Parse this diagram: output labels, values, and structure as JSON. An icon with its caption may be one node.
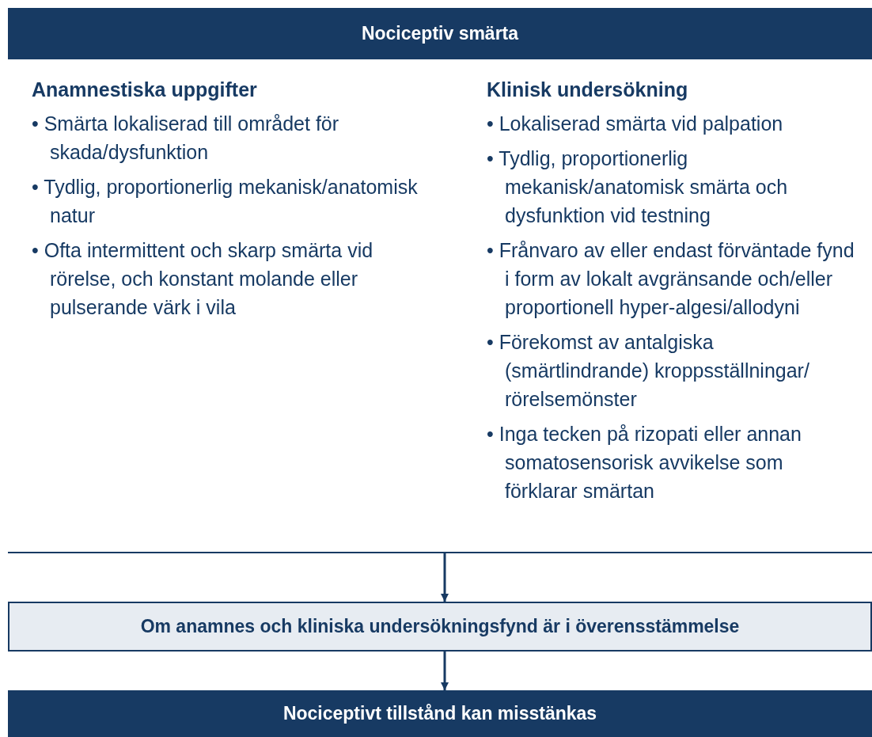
{
  "diagram": {
    "nodes": [
      {
        "text": [
          "Nociceptiv smärta"
        ]
      },
      {
        "text": [],
        "shape": "box"
      },
      {
        "text": [
          "Anamnestiska uppgifter",
          "• Smärta lokaliserad till området för skada/dysfunktion",
          "• Tydlig, proportionerlig mekanisk/anatomisk natur",
          "• Ofta intermittent och skarp smärta vid rörelse, och konstant molande eller pulserande värk i vila"
        ],
        "in": 1
      },
      {
        "text": [
          "Klinisk undersökning",
          "• Lokaliserad smärta vid palpation",
          "• Tydlig, proportionerlig mekanisk/anatomisk smärta och dysfunktion vid testning",
          "• Frånvaro av eller endast förväntade fynd i form av lokalt avgränsande och/eller proportionell hyper-algesi/allodyni",
          "• Förekomst av antalgiska (smärtlindrande) kroppsställningar/ rörelsemönster",
          "• Inga tecken på rizopati eller annan somatosensorisk avvikelse som förklarar smärtan"
        ],
        "in": 1
      },
      {
        "text": [
          "Om anamnes och kliniska undersökningsfynd är i överensstämmelse"
        ]
      },
      {
        "text": [
          "Nociceptivt tillstånd kan misstänkas"
        ]
      }
    ],
    "edges": [
      {
        "from": 1,
        "to": 4,
        "arrow": "to"
      },
      {
        "from": 4,
        "to": 5,
        "arrow": "to"
      }
    ]
  }
}
